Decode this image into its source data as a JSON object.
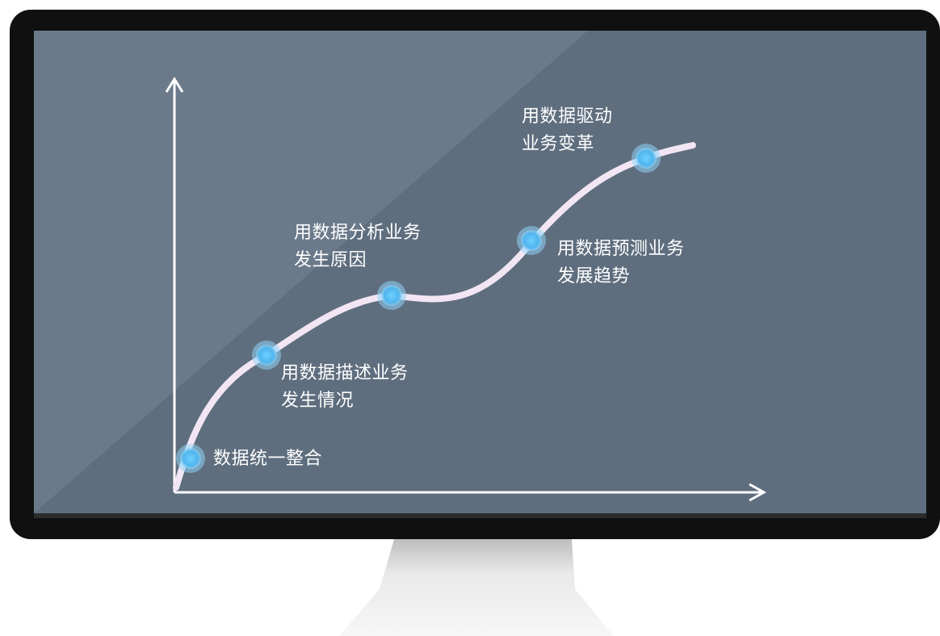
{
  "colors": {
    "screen": "#5f6e7e",
    "screen_highlight": "#6d7d8c",
    "bezel": "#101010",
    "axis": "#ffffff",
    "curve": "#f3e6f4",
    "node": "#5cc1f5",
    "node_halo": "#8fd3f7",
    "stand": "#d8d8d8"
  },
  "milestones": [
    {
      "id": "integrate",
      "lines": [
        "数据统一整合"
      ]
    },
    {
      "id": "describe",
      "lines": [
        "用数据描述业务",
        "发生情况"
      ]
    },
    {
      "id": "analyze",
      "lines": [
        "用数据分析业务",
        "发生原因"
      ]
    },
    {
      "id": "predict",
      "lines": [
        "用数据预测业务",
        "发展趋势"
      ]
    },
    {
      "id": "drive",
      "lines": [
        "用数据驱动",
        "业务变革"
      ]
    }
  ]
}
